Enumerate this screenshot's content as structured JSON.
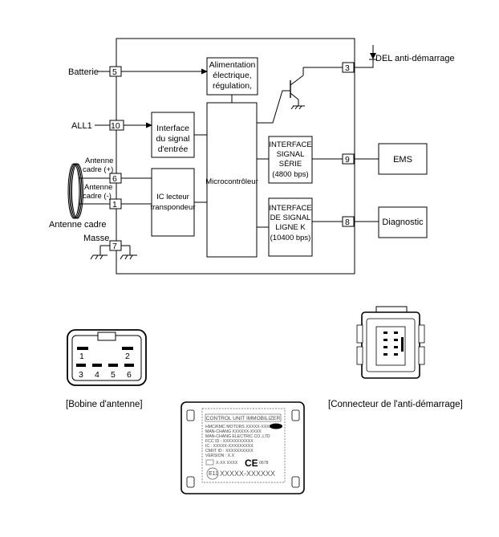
{
  "inputs": {
    "battery": "Batterie",
    "all1": "ALL1",
    "antenna_plus_1": "Antenne",
    "antenna_plus_2": "cadre (+)",
    "antenna_minus_1": "Antenne",
    "antenna_minus_2": "cadre (-)",
    "antenna_coil": "Antenne cadre",
    "ground": "Masse"
  },
  "pins": {
    "p5": "5",
    "p10": "10",
    "p6": "6",
    "p1": "1",
    "p7": "7",
    "p3": "3",
    "p9": "9",
    "p8": "8"
  },
  "blocks": {
    "power": [
      "Alimentation",
      "électrique,",
      "régulation,"
    ],
    "input_interface": [
      "Interface",
      "du signal",
      "d'entrée"
    ],
    "transponder": [
      "IC lecteur",
      "transpondeur"
    ],
    "micro": "Microcontrôleur",
    "serial": [
      "INTERFACE",
      "SIGNAL",
      "SÉRIE",
      "(4800 bps)"
    ],
    "kline": [
      "INTERFACE",
      "DE SIGNAL",
      "LIGNE K",
      "(10400 bps)"
    ]
  },
  "outputs": {
    "led": "DEL anti-démarrage",
    "ems": "EMS",
    "diag": "Diagnostic"
  },
  "coil_connector": {
    "pins_top": [
      "1",
      "2"
    ],
    "pins_bottom": [
      "3",
      "4",
      "5",
      "6"
    ]
  },
  "captions": {
    "coil": "[Bobine d'antenne]",
    "connector": "[Connecteur de l'anti-démarrage]"
  },
  "label_unit": {
    "title": "CONTROL UNIT IMMOBILIZER",
    "lines": [
      "HMC/KMC MOTORS XXXXX-XXXXX",
      "MAN-CHANG XXXXXX-XXXX",
      "MAN-CHANG ELECTRIC CO.,LTD",
      "FCC ID : XXXXXXXXXXX",
      "IC : XXXXX-XXXXXXXXX",
      "CMIIT ID : XXXXXXXXXX",
      "VERSION : X.X"
    ],
    "id_line": "X-XX XXXX",
    "ce_mark": "CE",
    "ce_num": "0678",
    "e_mark": "E11",
    "part": "XXXXX-XXXXXX"
  }
}
